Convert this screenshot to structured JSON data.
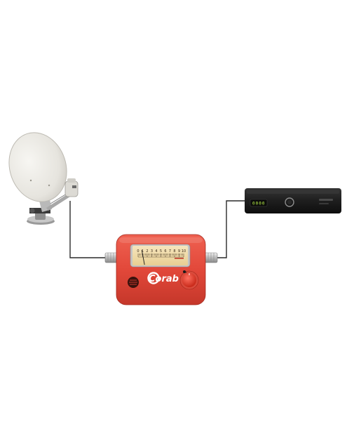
{
  "meter": {
    "brand_logo": "Corab",
    "scale_numbers": [
      "0",
      "1",
      "2",
      "3",
      "4",
      "5",
      "6",
      "7",
      "8",
      "9",
      "10"
    ],
    "needle_level": 0.08
  },
  "receiver": {
    "display_value": "0000"
  },
  "colors": {
    "meter_body": "#e2483a",
    "meter_face": "#efd8a4",
    "receiver_body": "#1b1b1b",
    "display_text": "#b9f24a",
    "dish": "#e8e6e0",
    "cable": "#2a2a2a"
  },
  "icons": [
    "satellite-dish-icon",
    "signal-meter-icon",
    "receiver-icon",
    "speaker-icon",
    "knob-icon"
  ]
}
